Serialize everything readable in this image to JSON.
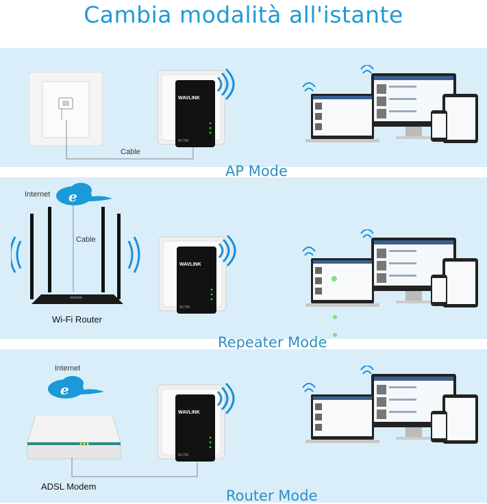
{
  "title": "Cambia modalità all'istante",
  "colors": {
    "accent": "#1e9ad6",
    "panel": "#d9eef9",
    "mode_label": "#2c8fc4"
  },
  "device_brand": "WAVLINK",
  "device_model": "AC750",
  "panels": [
    {
      "mode": "AP Mode",
      "cable_label": "Cable",
      "source_icon": "ethernet-wall-socket-icon"
    },
    {
      "mode": "Repeater Mode",
      "cable_label": "Cable",
      "internet_label": "Internet",
      "source_label": "Wi-Fi Router"
    },
    {
      "mode": "Router Mode",
      "internet_label": "Internet",
      "source_label": "ADSL Modem"
    }
  ]
}
